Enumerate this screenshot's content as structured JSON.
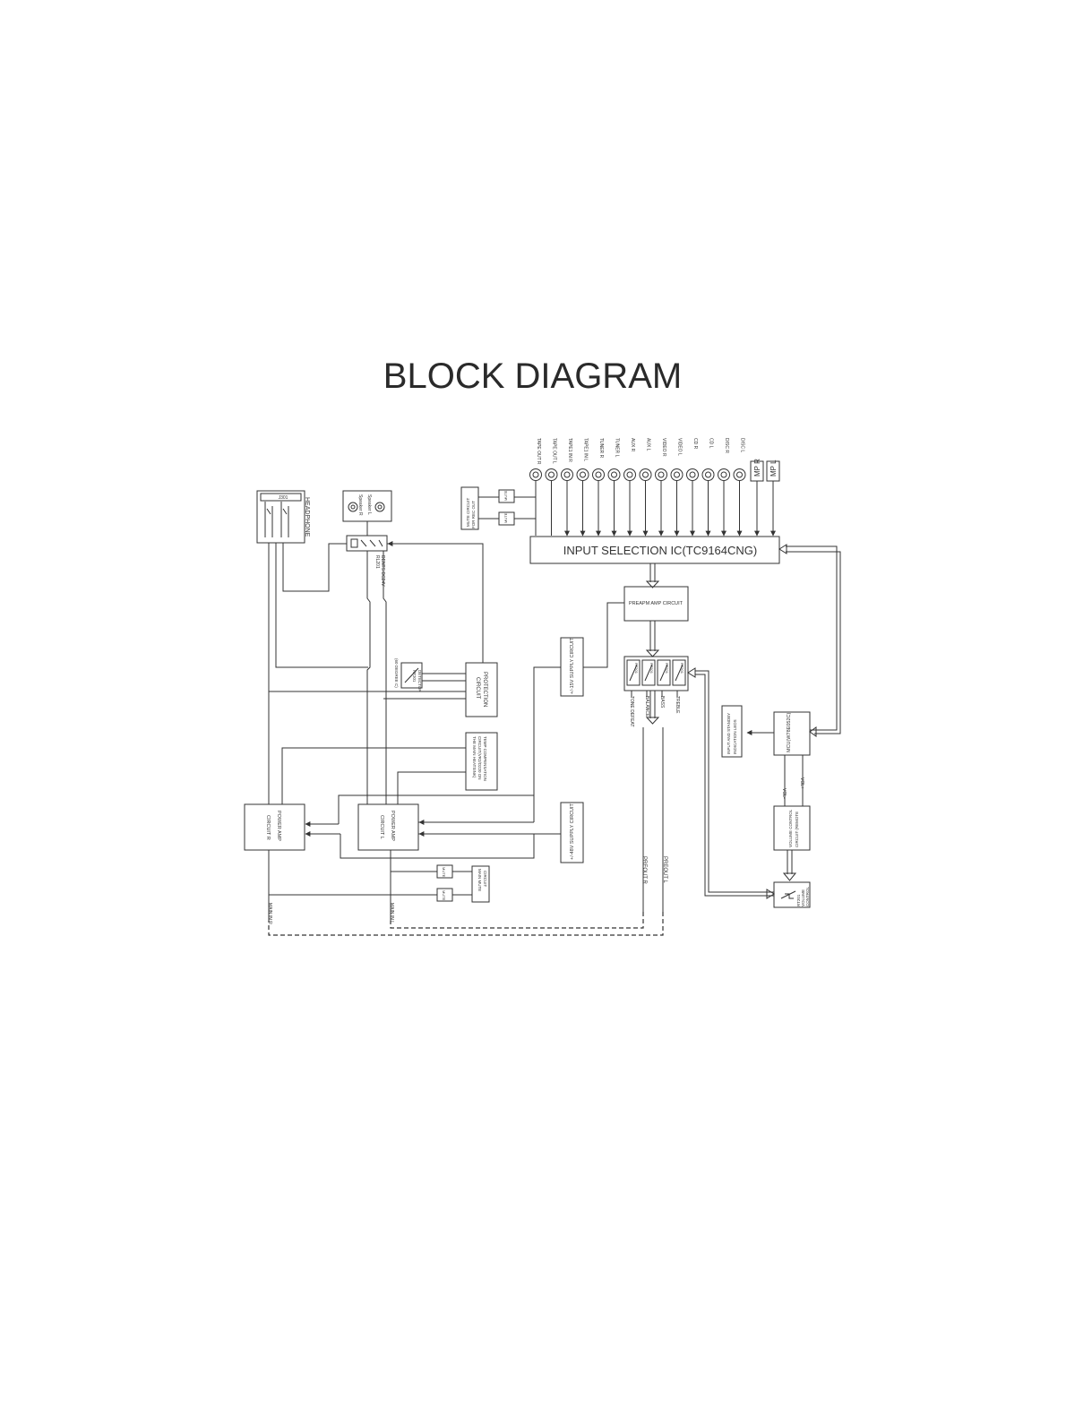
{
  "title": "BLOCK DIAGRAM",
  "inputs": [
    "TAPE OUT R",
    "TAPE OUT L",
    "TAPE1 IN R",
    "TAPE1 IN L",
    "TUNER R",
    "TUNER L",
    "AUX R",
    "AUX L",
    "VIDEO R",
    "VIDEO L",
    "CD R",
    "CD L",
    "DISC R",
    "DISC L"
  ],
  "mp": {
    "r": "MP R",
    "l": "MP L"
  },
  "blocks": {
    "input_selection": "INPUT SELECTION IC(TC9164CNG)",
    "preamp": "PREAPM  AMP  CIRCUIT",
    "mute_circuit": [
      "MUTE CIRCUIT",
      "FOR REC OUT"
    ],
    "mute_small": "MUTE",
    "protection": [
      "PROTECTION",
      "CIRCUIT"
    ],
    "temp": [
      "TEMP COMPENSATION",
      "CIRCUIT(VR2/D220 ON",
      "THE MAIN HEATSINK)"
    ],
    "main_mute": [
      "MAIN MUTE",
      "CIRCUIT"
    ],
    "supply_15": "+/-15V SUPPLY CIRCUIT",
    "supply_48": "+/-48V SUPPLY CIRCUIT",
    "power_amp_l": [
      "POWER AMP",
      "CIRCUIT L"
    ],
    "power_amp_r": [
      "POWER AMP",
      "CIRCUIT R"
    ],
    "mcu": "MCU(W78E052C)",
    "input_standby": [
      "INPUT AND STANDBY",
      "INDICATION LEDS"
    ],
    "volume_ctrl": [
      "VOLUME CONTROL",
      "CIRCUIT (REMOTE"
    ],
    "motor_vr": [
      "RT201",
      "VOLUME",
      "CONTROL"
    ],
    "relay": [
      "RL201",
      "DENTS DC24V"
    ],
    "temp_sensor": [
      "RT201",
      "DETECTOR",
      "(60 DEGREE C)"
    ],
    "speaker_r": "Speaker R",
    "speaker_l": "Speaker L",
    "headphone": "HEADPHONE",
    "jack": "J301"
  },
  "tone_controls": {
    "pots": [
      "RT201",
      "RT201",
      "RT201",
      "RT201"
    ],
    "labels": [
      "TONE DEFEAT",
      "BALANCE",
      "BASS",
      "TREBLE"
    ]
  },
  "signals": {
    "preout_r": "PREOUT R",
    "preout_l": "PREOUT L",
    "main_in_r": "MAIN IN R",
    "main_in_l": "MAIN IN L",
    "vol_up": "VOL+",
    "vol_down": "VOL-"
  }
}
